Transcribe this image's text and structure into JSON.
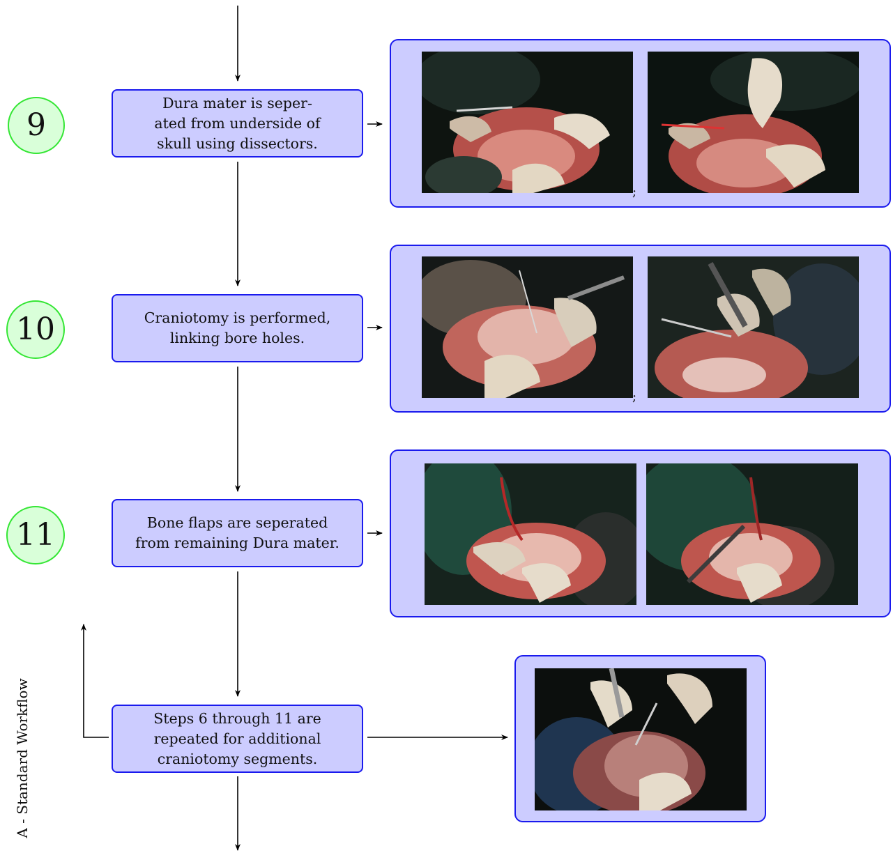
{
  "side_label": "A - Standard Workflow",
  "steps": [
    {
      "number": "9",
      "text": "Dura mater is seper-\nated from underside of\nskull using dissectors.",
      "separator": ";"
    },
    {
      "number": "10",
      "text": "Craniotomy is performed,\nlinking bore holes.",
      "separator": ";"
    },
    {
      "number": "11",
      "text": "Bone flaps are seperated\nfrom remaining Dura mater."
    },
    {
      "text": "Steps 6 through 11 are\nrepeated for additional\ncraniotomy segments."
    }
  ],
  "colors": {
    "box_fill": "#ccccff",
    "box_border": "#1a1aee",
    "circle_fill": "#d9ffd9",
    "circle_border": "#34e634"
  }
}
